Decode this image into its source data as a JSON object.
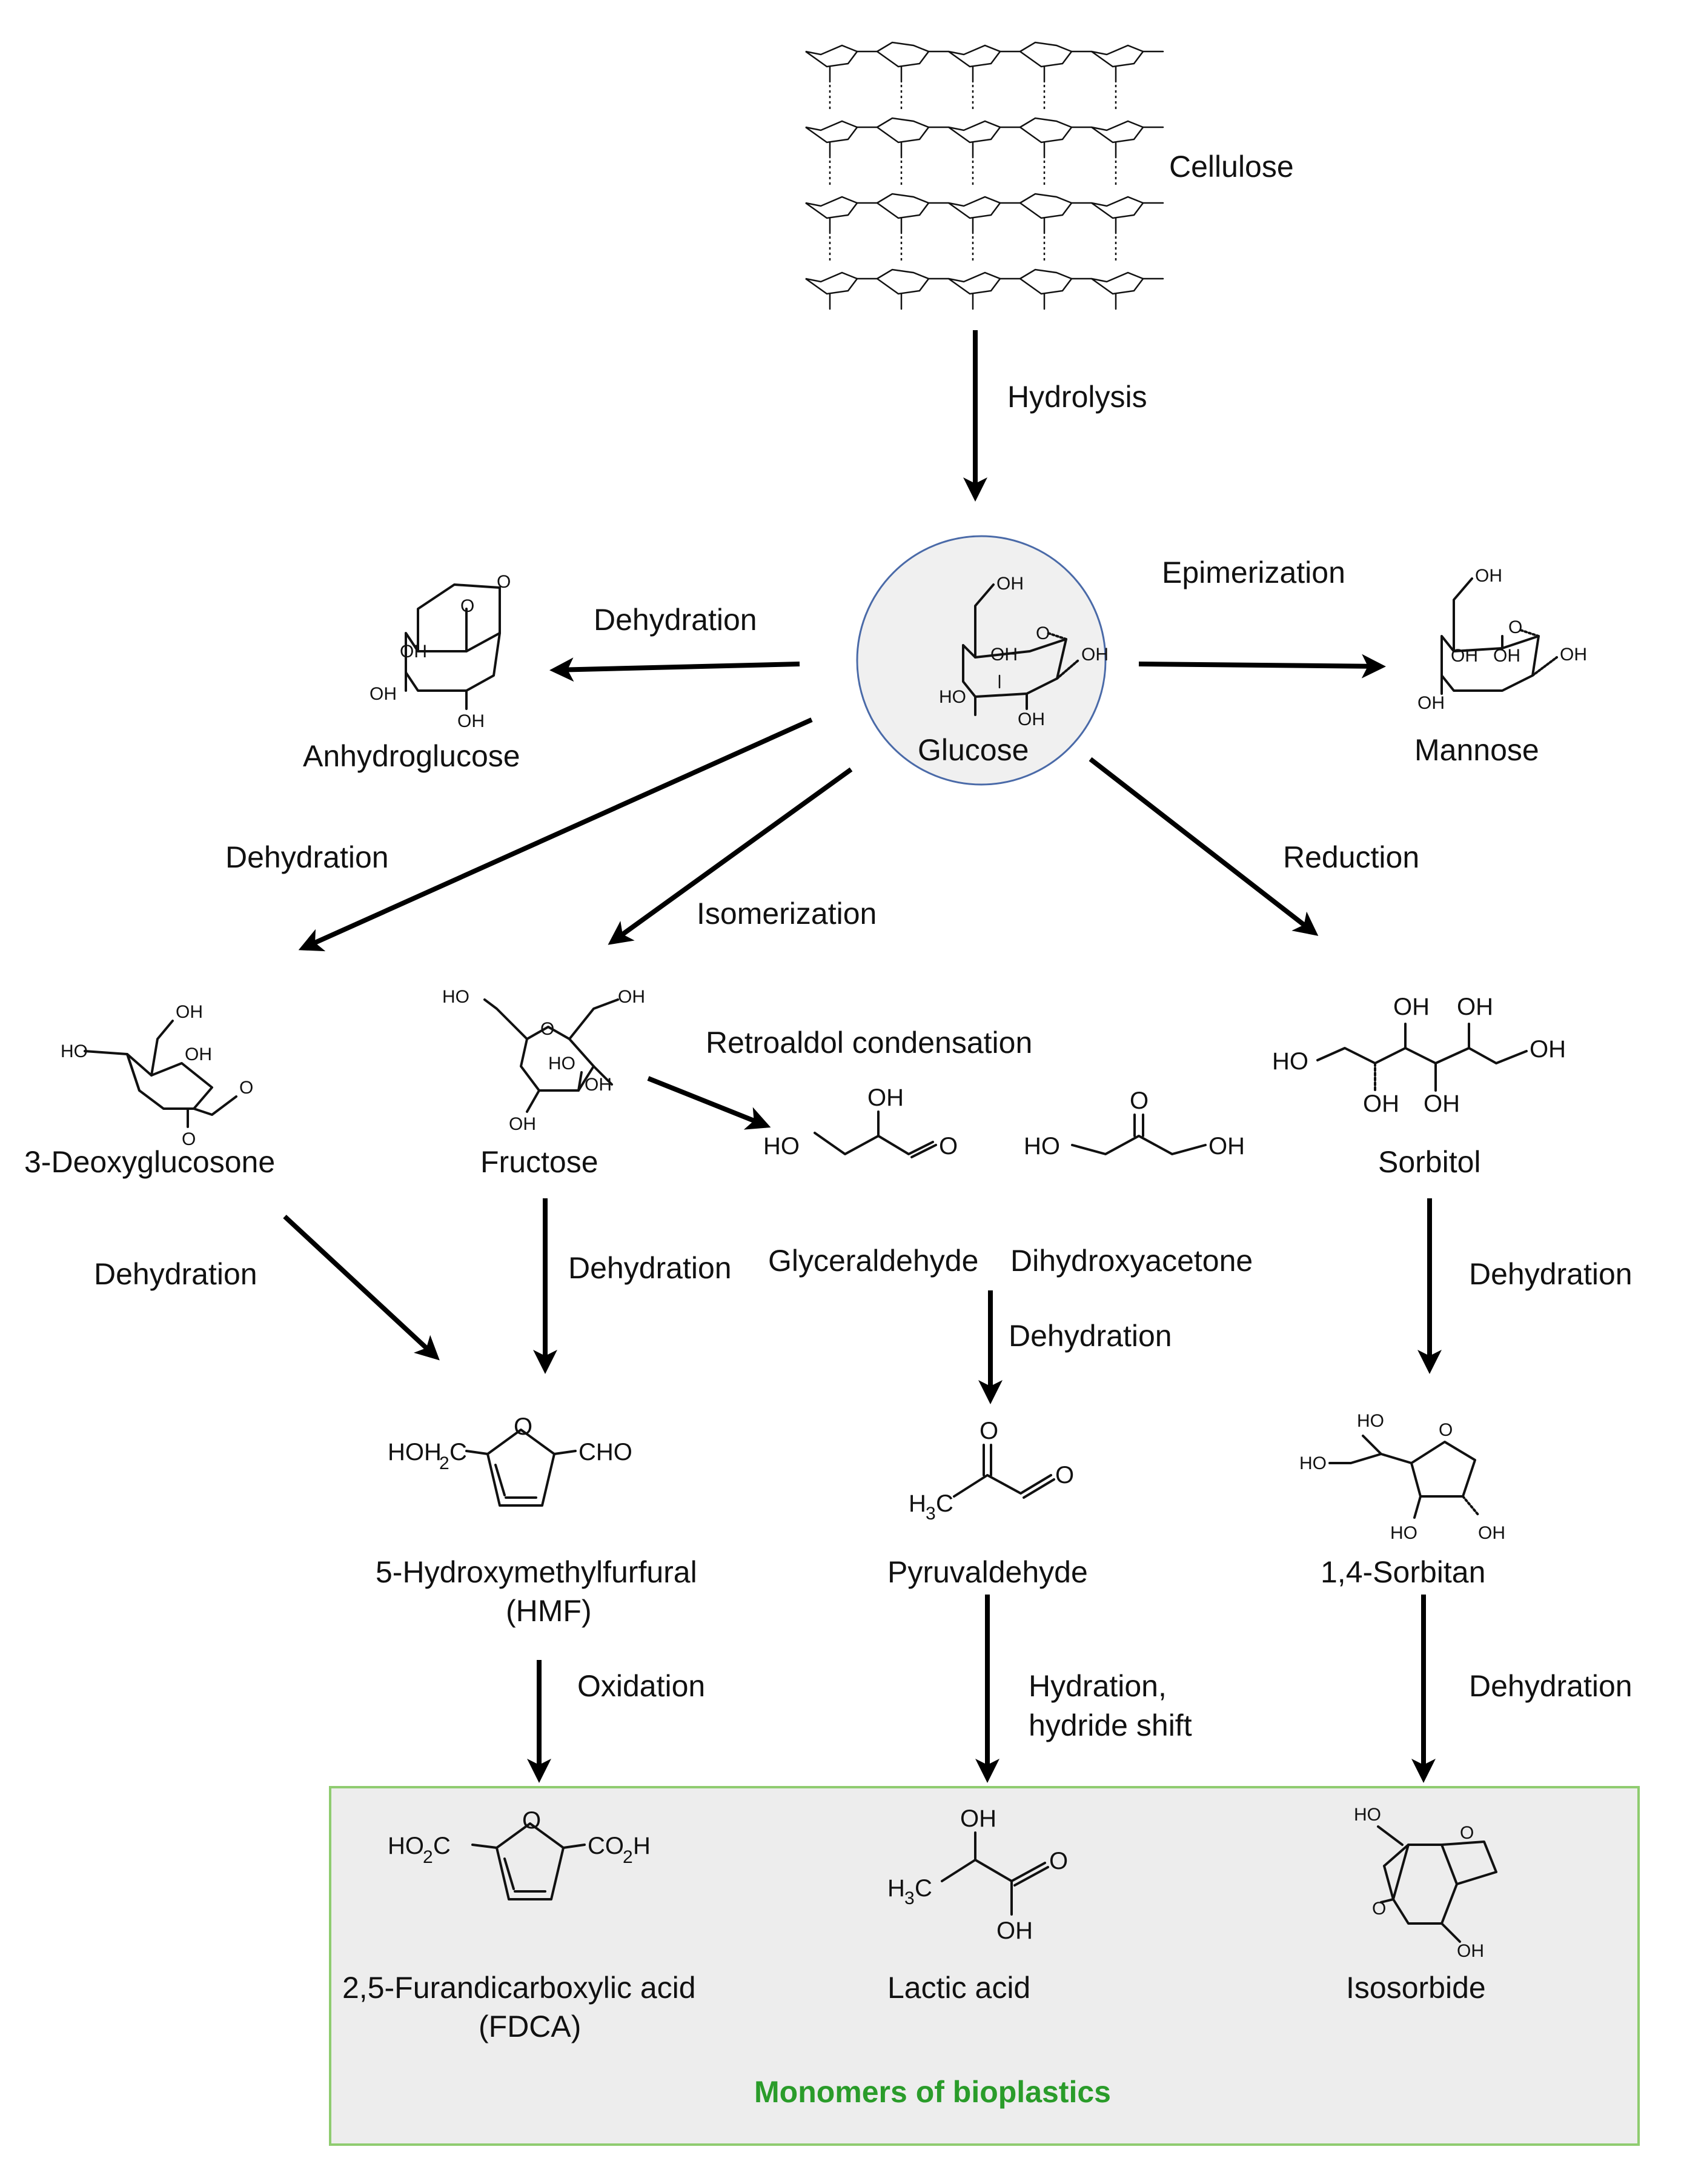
{
  "colors": {
    "monomer_box_fill": "#ededed",
    "monomer_box_border": "#8fcc70",
    "monomer_title": "#2a9c2a",
    "glucose_circle_fill": "#f0f0f0",
    "glucose_circle_border": "#4a6aa8"
  },
  "compounds": {
    "cellulose": "Cellulose",
    "glucose": "Glucose",
    "anhydroglucose": "Anhydroglucose",
    "mannose": "Mannose",
    "deoxyglucosone": "3-Deoxyglucosone",
    "fructose": "Fructose",
    "glyceraldehyde": "Glyceraldehyde",
    "dihydroxyacetone": "Dihydroxyacetone",
    "sorbitol": "Sorbitol",
    "hmf_line1": "5-Hydroxymethylfurfural",
    "hmf_line2": "(HMF)",
    "pyruvaldehyde": "Pyruvaldehyde",
    "sorbitan": "1,4-Sorbitan",
    "fdca_line1": "2,5-Furandicarboxylic acid",
    "fdca_line2": "(FDCA)",
    "lactic_acid": "Lactic acid",
    "isosorbide": "Isosorbide"
  },
  "reactions": {
    "hydrolysis": "Hydrolysis",
    "epimerization": "Epimerization",
    "dehydration_anhydro": "Dehydration",
    "dehydration_deoxy": "Dehydration",
    "isomerization": "Isomerization",
    "reduction": "Reduction",
    "retroaldol": "Retroaldol condensation",
    "dehydration_deoxy_hmf": "Dehydration",
    "dehydration_fructose_hmf": "Dehydration",
    "dehydration_triose": "Dehydration",
    "dehydration_sorbitol": "Dehydration",
    "oxidation": "Oxidation",
    "hydration_line1": "Hydration,",
    "hydration_line2": "hydride shift",
    "dehydration_sorbitan": "Dehydration"
  },
  "monomer_box_title": "Monomers of bioplastics",
  "structure_labels": {
    "oh": "OH",
    "ho": "HO",
    "o": "O",
    "h": "H",
    "hoh2c": "HOH",
    "hoh2c_tail": "C",
    "sub2": "2",
    "cho": "CHO",
    "h3c": "H",
    "sub3": "3",
    "c": "C",
    "ho2c": "HO",
    "co2h": "CO",
    "co2h_tail": "H"
  }
}
